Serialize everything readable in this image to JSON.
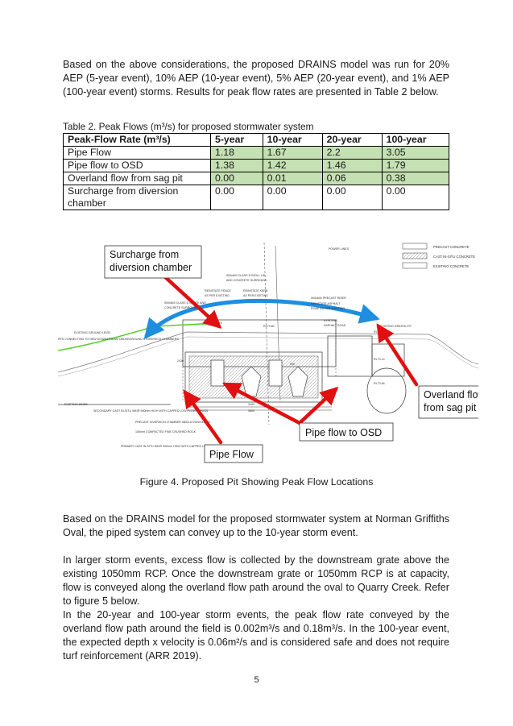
{
  "paragraphs": {
    "intro": "Based on the above considerations, the proposed DRAINS model was run for 20% AEP (5-year event), 10% AEP (10-year event), 5% AEP (20-year event), and 1% AEP (100-year event) storms. Results for peak flow rates are presented in Table 2 below.",
    "capacity": "Based on the DRAINS model for the proposed stormwater system at Norman Griffiths Oval, the piped system can convey up to the 10-year storm event.",
    "larger_events": "In larger storm events, excess flow is collected by the downstream grate above the existing 1050mm RCP. Once the downstream grate or 1050mm RCP is at capacity, flow is conveyed along the overland flow path around the oval to Quarry Creek. Refer to figure 5 below.",
    "overland": "In the 20-year and 100-year storm events, the peak flow rate conveyed by the overland flow path around the field is 0.002m³/s and 0.18m³/s. In the 100-year event, the expected depth x velocity is 0.06m²/s and is considered safe and does not require turf reinforcement (ARR 2019)."
  },
  "table": {
    "caption": "Table 2. Peak Flows (m³/s) for proposed stormwater system",
    "headers": [
      "Peak-Flow Rate (m³/s)",
      "5-year",
      "10-year",
      "20-year",
      "100-year"
    ],
    "rows": [
      {
        "label": "Pipe Flow",
        "values": [
          "1.18",
          "1.67",
          "2.2",
          "3.05"
        ]
      },
      {
        "label": "Pipe flow to OSD",
        "values": [
          "1.38",
          "1.42",
          "1.46",
          "1.79"
        ]
      },
      {
        "label": "Overland flow from sag pit",
        "values": [
          "0.00",
          "0.01",
          "0.06",
          "0.38"
        ]
      },
      {
        "label": "Surcharge from diversion chamber",
        "values": [
          "0.00",
          "0.00",
          "0.00",
          "0.00"
        ]
      }
    ]
  },
  "figure": {
    "caption": "Figure 4. Proposed Pit Showing Peak Flow Locations",
    "callouts": {
      "surcharge": [
        "Surcharge from",
        "diversion chamber"
      ],
      "overland": [
        "Overland flow",
        "from sag pit"
      ],
      "pipe_osd": "Pipe flow to OSD",
      "pipe_flow": "Pipe Flow"
    },
    "legend": [
      "PRECAST CONCRETE",
      "CAST IN-SITU CONCRETE",
      "EXISTING CONCRETE"
    ],
    "drawing_notes": [
      "POWER LINES",
      "900x600 CLASS D INFILL LID",
      "AND CONCRETE SURROUND",
      "REINSTATE FENCE",
      "AS PER EXISTING",
      "REINSTATE KERB",
      "AS PER EXISTING",
      "900x600 CLASS D GRATE AND",
      "CONCRETE SURROUND",
      "900x600 PRECAST RISER",
      "REINSTATE ASPHALT",
      "ROAD AS PER EXISTING",
      "EXISTING",
      "ASPHALT ROAD",
      "EXISTING GRATED PIT",
      "EXISTING GROUND LEVEL",
      "SECONDARY CAST IN-SITU WEIR 900mm HIGH WITH CAPPED LOW FLOW BYPASS",
      "PRECAST DIVERSION CHAMBER 4800Lx2700Wx1800H",
      "150mm COMPACTED FINE CRUSHED ROCK",
      "PRIMARY CAST IN-SITU WEIR 900mm HIGH WITH CAPPED LOW FLOW BYPASS",
      "PES CONNECTING TO NEW DOWNSTREAM UNDERGROUND STORMTECH CHAMBERS",
      "EXISTING Ø1050",
      "RL73.75",
      "RL73.80",
      "RL73.36",
      "RL73.14",
      "RL73.84",
      "3150",
      "4800",
      "900",
      "2430"
    ]
  },
  "page_number": "5"
}
